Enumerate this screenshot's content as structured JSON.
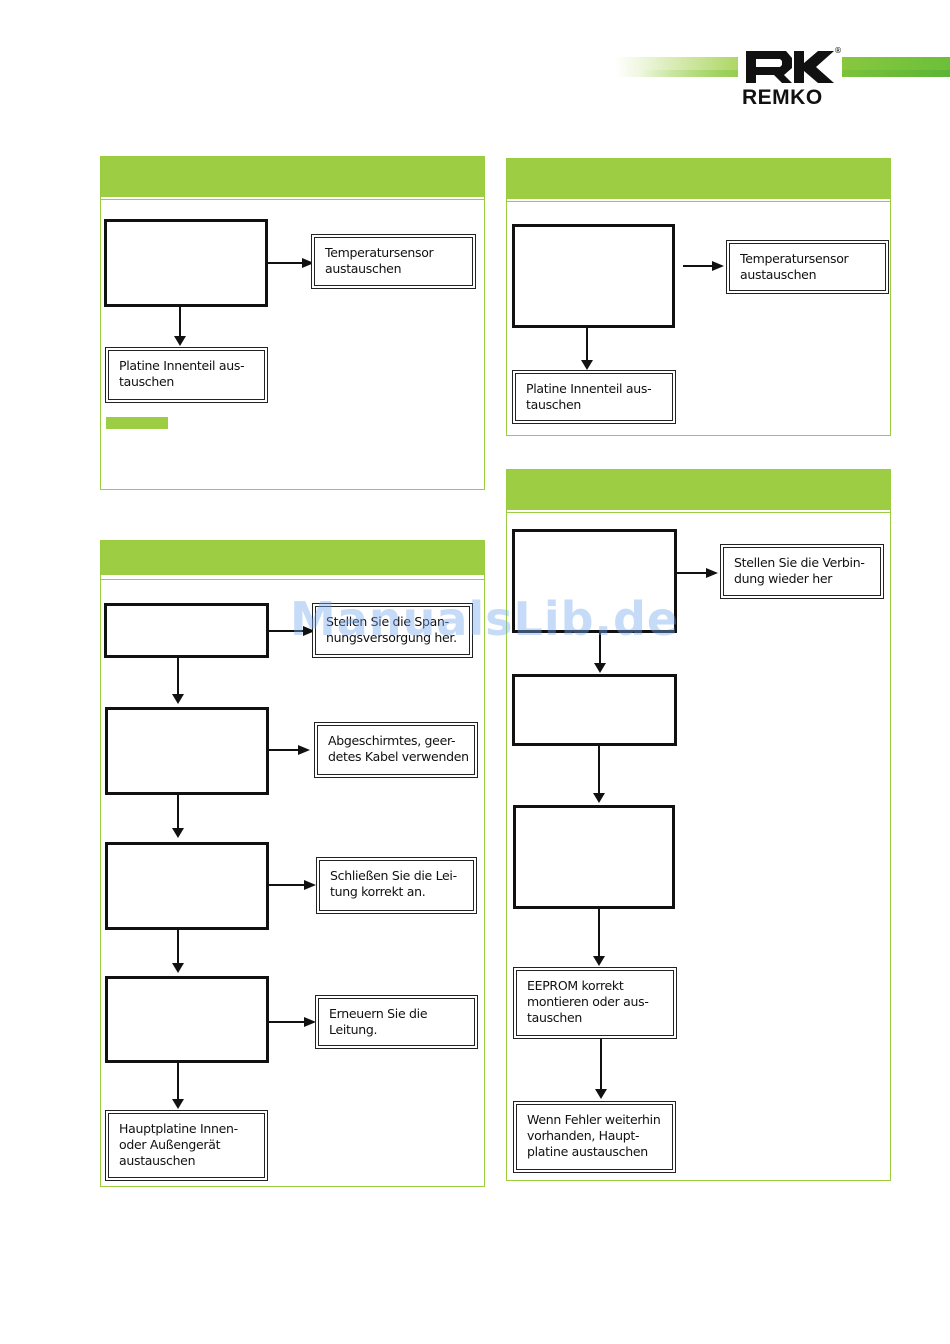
{
  "brand": {
    "name": "REMKO",
    "registered": "®",
    "accent_color": "#9ccd42"
  },
  "watermark": "ManualsLib.de",
  "panels": {
    "top_left": {
      "actions": {
        "a1": "Temperatursensor\naustauschen",
        "a2": "Platine Innenteil aus-\ntauschen"
      }
    },
    "top_right": {
      "actions": {
        "a1": "Temperatursensor\naustauschen",
        "a2": "Platine Innenteil aus-\ntauschen"
      }
    },
    "bottom_left": {
      "actions": {
        "a1": "Stellen Sie die Span-\nnungsversorgung her.",
        "a2": "Abgeschirmtes, geer-\ndetes Kabel verwenden",
        "a3": "Schließen Sie die Lei-\ntung korrekt an.",
        "a4": "Erneuern Sie die\nLeitung.",
        "a5": "Hauptplatine Innen-\noder Außengerät\naustauschen"
      }
    },
    "bottom_right": {
      "actions": {
        "a1": "Stellen Sie die Verbin-\ndung wieder her",
        "a2": "EEPROM korrekt\nmontieren oder aus-\ntauschen",
        "a3": "Wenn Fehler weiterhin\nvorhanden, Haupt-\nplatine austauschen"
      }
    }
  }
}
